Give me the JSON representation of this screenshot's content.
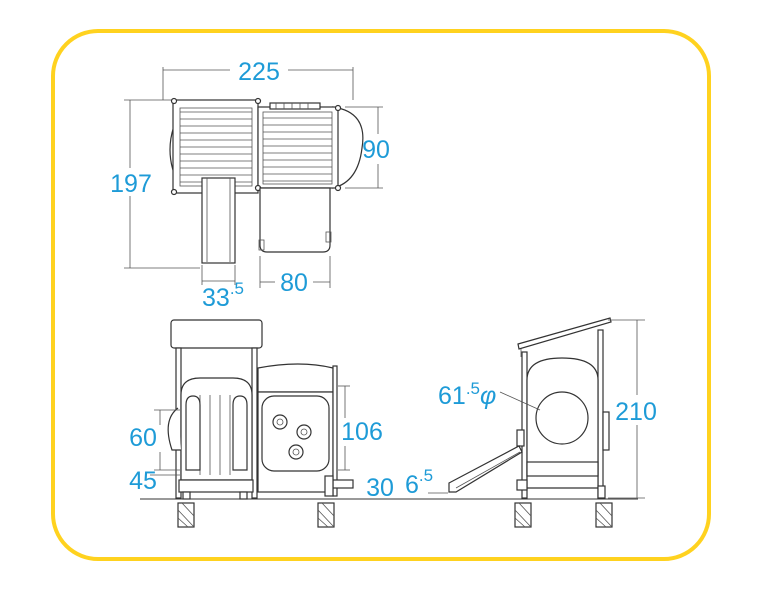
{
  "frame_color": "#ffd21f",
  "dimension_color": "#1e9bd7",
  "labels": {
    "top_width": "225",
    "top_depth": "197",
    "top_deck": "90",
    "top_slide_width": "33",
    "top_slide_width_frac": ".5",
    "top_stair_width": "80",
    "front_height_60": "60",
    "front_height_45": "45",
    "front_height_106": "106",
    "front_height_30": "30",
    "side_hole_main": "61",
    "side_hole_frac": ".5",
    "side_hole_phi": "φ",
    "side_slide_main": "6",
    "side_slide_frac": ".5",
    "side_height_210": "210"
  }
}
